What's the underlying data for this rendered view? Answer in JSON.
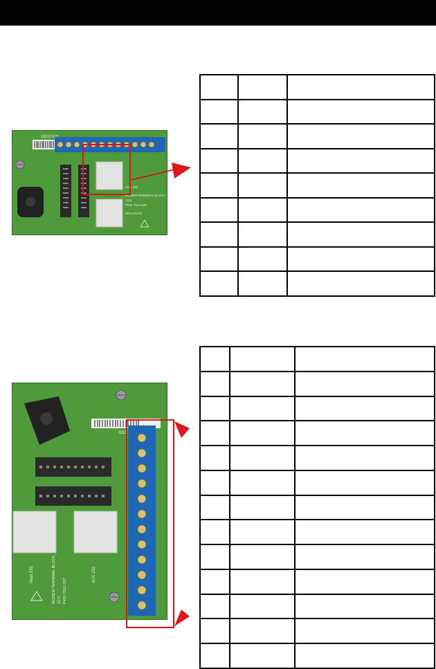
{
  "board_top": {
    "serial": "03C021021",
    "pcb_text": [
      "AUX 232",
      "MODEM TERMINAL BLOCK",
      "V2.0",
      "P#91-7812-15T",
      "INT-4 DVC2"
    ]
  },
  "board_bottom": {
    "serial": "03C021022",
    "pcb_text": [
      "Main 232",
      "AUX 232",
      "MODEM TERMINAL BLOCK",
      "V2.0",
      "P#91-7812-15T"
    ]
  },
  "colors": {
    "pcb": "#4f9a3a",
    "terminal": "#1e66b8",
    "highlight": "#d8141c",
    "rule": "#000000"
  }
}
